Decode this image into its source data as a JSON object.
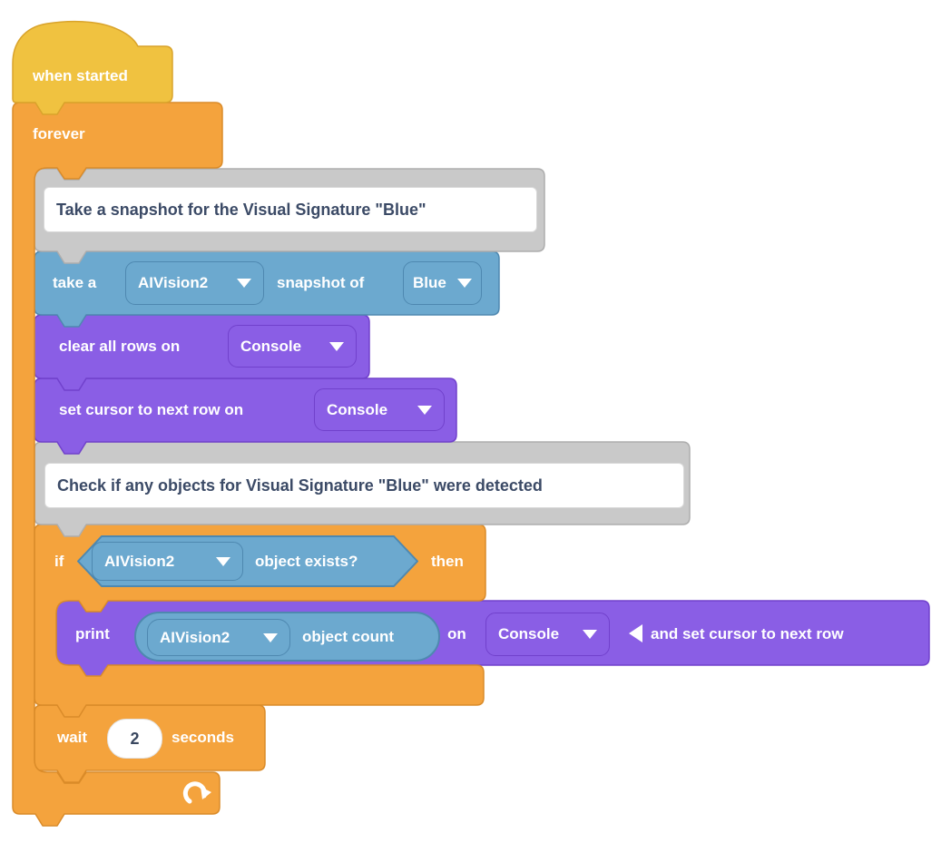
{
  "app": "block-code-workspace",
  "colors": {
    "events_yellow": "#F0C240",
    "events_yellow_border": "#D9A32B",
    "control_orange": "#F4A33D",
    "control_orange_border": "#DA8B29",
    "sensing_blue": "#6CA9CF",
    "sensing_blue_border": "#4E88B0",
    "console_purple": "#8A5EE5",
    "console_purple_border": "#7141CC",
    "comment_gray": "#C9C9C9",
    "comment_gray_border": "#ADADAD",
    "comment_text": "#3B4A66",
    "label_white": "#FFFFFF",
    "input_text": "#39475F"
  },
  "blocks": {
    "when_started": {
      "label": "when started"
    },
    "forever": {
      "label": "forever"
    },
    "comment1": {
      "text": "Take a snapshot for the Visual Signature \"Blue\""
    },
    "take_snapshot": {
      "prefix": "take a",
      "device": "AIVision2",
      "middle": "snapshot of",
      "signature": "Blue"
    },
    "clear_rows": {
      "label": "clear all rows on",
      "target": "Console"
    },
    "set_cursor": {
      "label": "set cursor to next row on",
      "target": "Console"
    },
    "comment2": {
      "text": "Check if any objects for Visual Signature \"Blue\" were detected"
    },
    "if_block": {
      "prefix": "if",
      "device": "AIVision2",
      "condition": "object exists?",
      "suffix": "then"
    },
    "print_block": {
      "label": "print",
      "device": "AIVision2",
      "reporter": "object count",
      "on": "on",
      "target": "Console",
      "expand": "and set cursor to next row"
    },
    "wait": {
      "label": "wait",
      "value": "2",
      "suffix": "seconds"
    }
  }
}
